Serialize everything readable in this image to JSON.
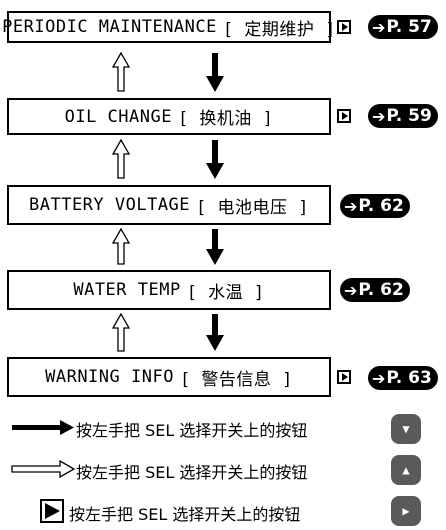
{
  "menu": [
    {
      "en": "PERIODIC MAINTENANCE",
      "cn": "[ 定期维护 ]",
      "page": "P. 57",
      "has_icon": true
    },
    {
      "en": "OIL CHANGE",
      "cn": "[ 换机油 ]",
      "page": "P. 59",
      "has_icon": true
    },
    {
      "en": "BATTERY VOLTAGE",
      "cn": "[ 电池电压 ]",
      "page": "P. 62",
      "has_icon": false
    },
    {
      "en": "WATER TEMP",
      "cn": "[ 水温 ]",
      "page": "P. 62",
      "has_icon": false
    },
    {
      "en": "WARNING INFO",
      "cn": "[ 警告信息 ]",
      "page": "P. 63",
      "has_icon": true
    }
  ],
  "legend": [
    {
      "text": "按左手把 SEL 选择开关上的按钮",
      "button_icon": "down-triangle-icon"
    },
    {
      "text": "按左手把 SEL 选择开关上的按钮",
      "button_icon": "up-triangle-icon"
    },
    {
      "text": "按左手把 SEL 选择开关上的按钮",
      "button_icon": "right-triangle-icon"
    }
  ],
  "colors": {
    "button": "#5a5a5a",
    "ink": "#000000",
    "background": "#ffffff"
  }
}
